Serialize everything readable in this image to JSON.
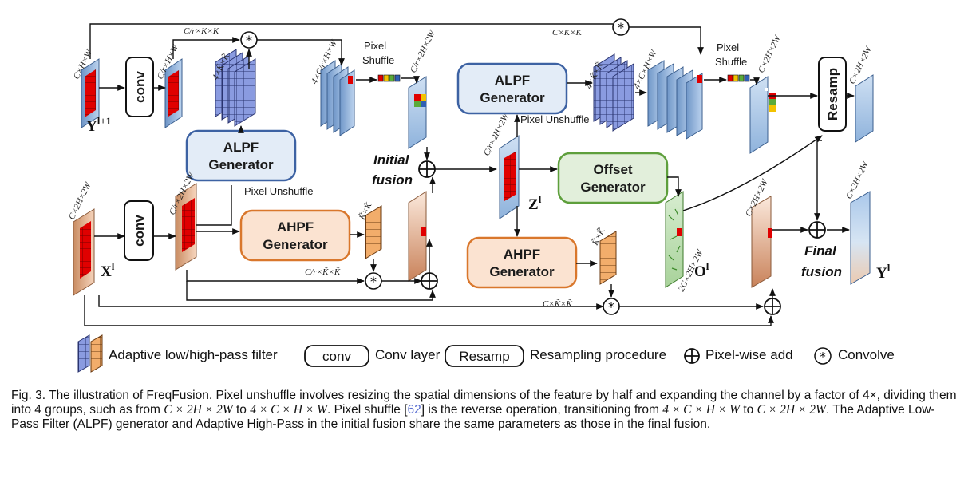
{
  "diagram": {
    "labels": {
      "conv": "conv",
      "alpf_generator_line1": "ALPF",
      "alpf_generator_line2": "Generator",
      "ahpf_generator_line1": "AHPF",
      "ahpf_generator_line2": "Generator",
      "offset_generator_line1": "Offset",
      "offset_generator_line2": "Generator",
      "resamp": "Resamp",
      "pixel_unshuffle": "Pixel Unshuffle",
      "pixel_shuffle_line1": "Pixel",
      "pixel_shuffle_line2": "Shuffle",
      "initial_fusion_line1": "Initial",
      "initial_fusion_line2": "fusion",
      "final_fusion_line1": "Final",
      "final_fusion_line2": "fusion"
    },
    "variables": {
      "y_l1": "Y",
      "y_l1_sup": "l+1",
      "x_l": "X",
      "x_l_sup": "l",
      "z_l": "Z",
      "z_l_sup": "l",
      "o_l": "O",
      "o_l_sup": "l",
      "y_l": "Y",
      "y_l_sup": "l"
    },
    "dims": {
      "cxhxw": "C×H×W",
      "c_r_hxw": "C/r×H×W",
      "c_r_kxk": "C/r×K×K",
      "four_kk": "4×K̃×K̃",
      "four_c_r_hw": "4×C/r×H×W",
      "c_r_2h2w": "C/r×2H×2W",
      "c2h2w": "C×2H×2W",
      "c_r_2h2w_b": "C/r×2H×2W",
      "cxkxk": "C×K×K",
      "four_kk_b": "4×K̃×K̃",
      "four_c_hw": "4×C×H×W",
      "c2h2w_b": "C×2H×2W",
      "kk": "K̃×K̃",
      "c_r_kk": "C/r×K̃×K̃",
      "ckk": "C×K̃×K̃",
      "g2h2w": "2G×2H×2W"
    }
  },
  "legend": {
    "filter": "Adaptive low/high-pass filter",
    "conv_box": "conv",
    "conv_text": "Conv layer",
    "resamp_box": "Resamp",
    "resamp_text": "Resampling procedure",
    "add_text": "Pixel-wise add",
    "convolve_text": "Convolve"
  },
  "caption": {
    "part1": "Fig. 3.  The illustration of FreqFusion. Pixel unshuffle involves resizing the spatial dimensions of the feature by half and expanding the channel by a factor of 4×, dividing them into 4 groups, such as from ",
    "math1": "C × 2H × 2W",
    "part2": " to ",
    "math2": "4 × C × H × W",
    "part3": ". Pixel shuffle [",
    "ref": "62",
    "part4": "] is the reverse operation, transitioning from ",
    "math3": "4 × C × H × W",
    "part5": " to ",
    "math4": "C × 2H × 2W",
    "part6": ". The Adaptive Low-Pass Filter (ALPF) generator and Adaptive High-Pass in the initial fusion share the same parameters as those in the final fusion."
  },
  "colors": {
    "blue_map": "#a8c6e6",
    "orange_map": "#f2c7a5",
    "alpf_border": "#3d62a3",
    "ahpf_border": "#d9772c",
    "offset_border": "#5e9f3c",
    "filter_blue": "#7b8ed6",
    "filter_orange": "#f0a25f",
    "red": "#e00000"
  }
}
